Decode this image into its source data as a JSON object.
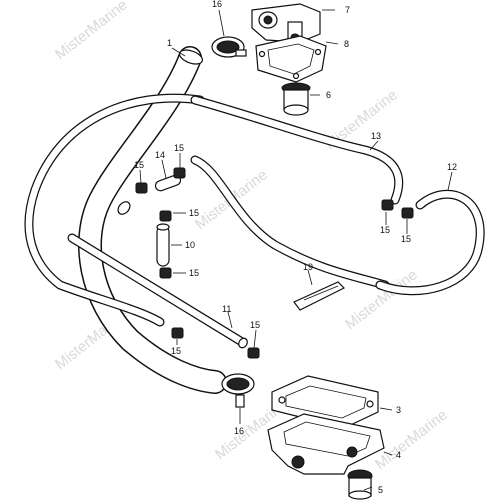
{
  "watermark": "MisterMarine",
  "callouts": {
    "c1": "1",
    "c3": "3",
    "c4": "4",
    "c5": "5",
    "c6": "6",
    "c7": "7",
    "c8": "8",
    "c10": "10",
    "c11": "11",
    "c12": "12",
    "c13": "13",
    "c14": "14",
    "c15": "15",
    "c16": "16",
    "c19": "19"
  }
}
